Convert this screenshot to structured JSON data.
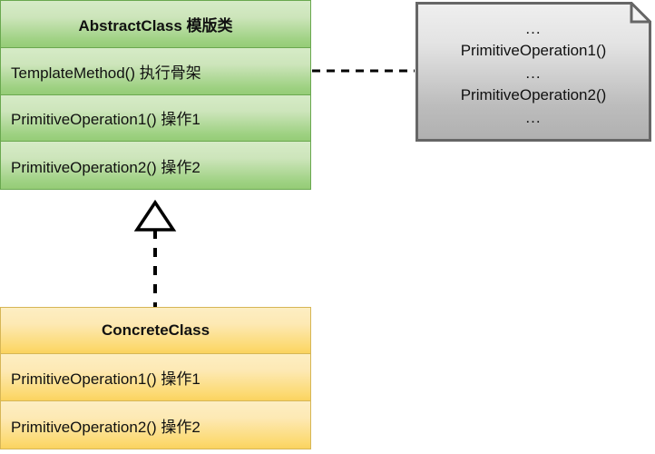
{
  "diagram": {
    "title": "Template Method Pattern UML Class Diagram",
    "colors": {
      "abstract_fill_top": "#d6ebc7",
      "abstract_fill_bottom": "#95cc77",
      "abstract_border": "#6aa84f",
      "concrete_fill_top": "#fdeec3",
      "concrete_fill_bottom": "#fad35f",
      "concrete_border": "#d6b656",
      "note_fill_top": "#ededed",
      "note_fill_bottom": "#b4b4b4",
      "note_border": "#666666",
      "line_color": "#000000"
    }
  },
  "abstract_class": {
    "name": "AbstractClass 模版类",
    "rows": [
      {
        "label": "TemplateMethod() 执行骨架"
      },
      {
        "label": "PrimitiveOperation1()  操作1"
      },
      {
        "label": "PrimitiveOperation2()  操作2"
      }
    ]
  },
  "concrete_class": {
    "name": "ConcreteClass",
    "rows": [
      {
        "label": "PrimitiveOperation1()  操作1"
      },
      {
        "label": "PrimitiveOperation2()  操作2"
      }
    ]
  },
  "note": {
    "lines": [
      "...",
      "PrimitiveOperation1()",
      "...",
      "PrimitiveOperation2()",
      "..."
    ]
  },
  "relations": [
    {
      "kind": "realization",
      "from": "ConcreteClass",
      "to": "AbstractClass",
      "style": "dashed-line-with-hollow-triangle"
    },
    {
      "kind": "note-anchor",
      "from": "AbstractClass.TemplateMethod()",
      "to": "note",
      "style": "dashed-line"
    }
  ]
}
